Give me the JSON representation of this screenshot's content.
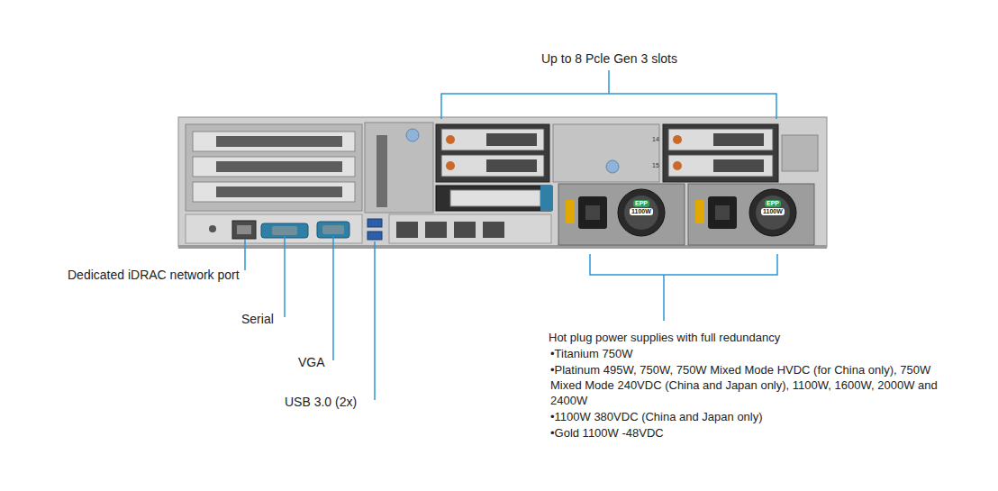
{
  "diagram": {
    "labels": [
      "Up to 8 Pcle Gen 3 slots",
      "Dedicated iDRAC network port",
      "Serial",
      "VGA",
      "USB 3.0 (2x)",
      "Hot plug power supplies with full redundancy",
      "•Titanium 750W",
      "•Platinum 495W, 750W, 750W Mixed Mode HVDC (for China only), 750W Mixed Mode 240VDC (China and Japan only), 1100W, 1600W, 2000W and 2400W",
      "•1100W 380VDC (China and Japan only)",
      "•Gold 1100W -48VDC",
      "EPP",
      "1100W",
      "EPP",
      "1100W",
      "14",
      "15"
    ]
  }
}
